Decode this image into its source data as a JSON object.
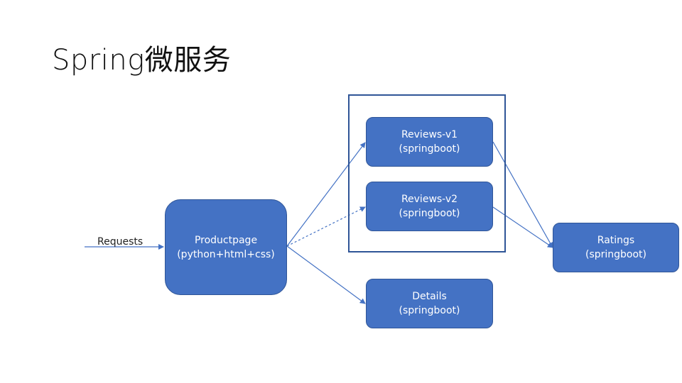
{
  "title": "Spring微服务",
  "requests_label": "Requests",
  "colors": {
    "node_fill": "#4472c4",
    "node_border": "#2f5597",
    "edge": "#4472c4",
    "group_border": "#2f5597"
  },
  "nodes": {
    "productpage": {
      "name": "Productpage",
      "tech": "(python+html+css)"
    },
    "reviews_v1": {
      "name": "Reviews-v1",
      "tech": "(springboot)"
    },
    "reviews_v2": {
      "name": "Reviews-v2",
      "tech": "(springboot)"
    },
    "details": {
      "name": "Details",
      "tech": "(springboot)"
    },
    "ratings": {
      "name": "Ratings",
      "tech": "(springboot)"
    }
  },
  "edges": [
    {
      "from": "requests",
      "to": "productpage",
      "style": "solid"
    },
    {
      "from": "productpage",
      "to": "reviews_v1",
      "style": "solid"
    },
    {
      "from": "productpage",
      "to": "reviews_v2",
      "style": "dashed"
    },
    {
      "from": "productpage",
      "to": "details",
      "style": "solid"
    },
    {
      "from": "reviews_v1",
      "to": "ratings",
      "style": "solid"
    },
    {
      "from": "reviews_v2",
      "to": "ratings",
      "style": "solid"
    }
  ]
}
